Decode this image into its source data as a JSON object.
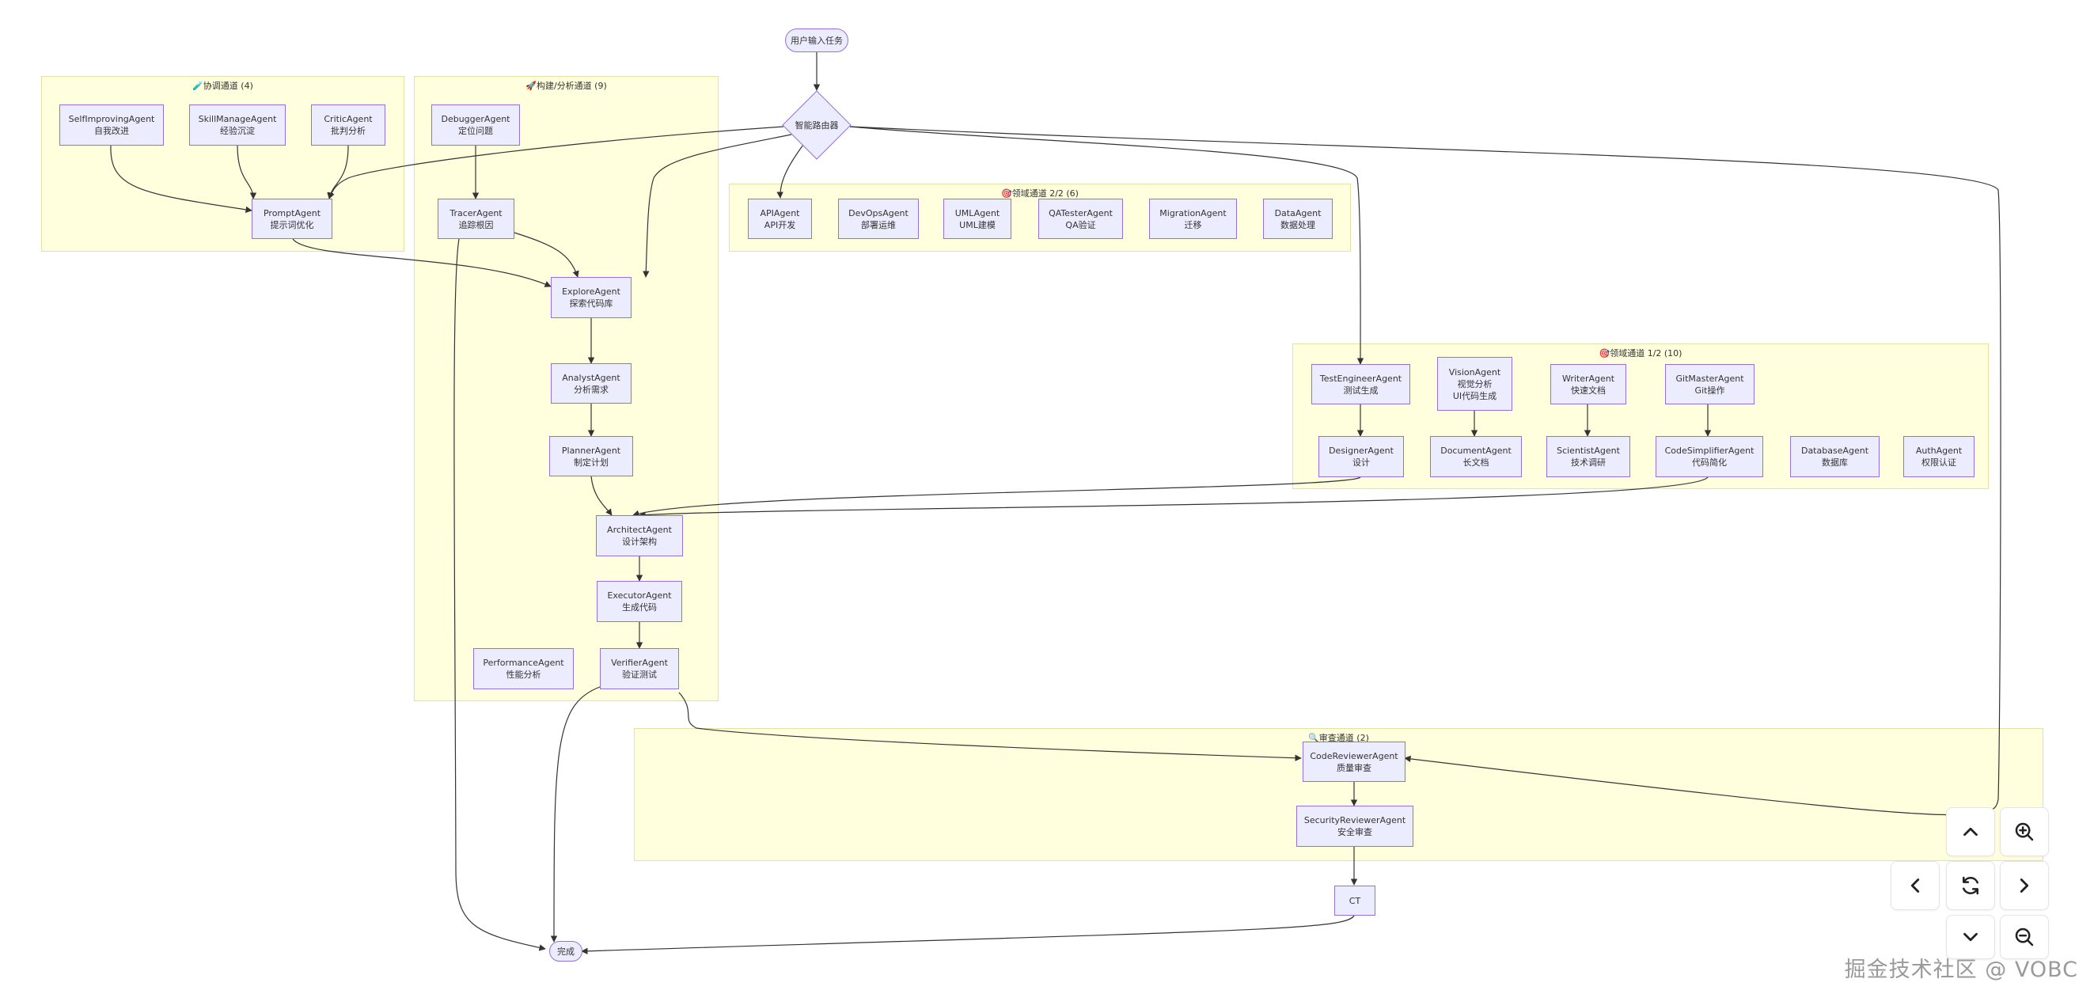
{
  "start": "用户输入任务",
  "router": "智能路由器",
  "end": "完成",
  "ct": "CT",
  "groups": {
    "coord": {
      "title": "🧪协调通道 (4)"
    },
    "build": {
      "title": "🚀构建/分析通道 (9)"
    },
    "domain2": {
      "title": "🎯领域通道 2/2 (6)"
    },
    "domain1": {
      "title": "🎯领域通道 1/2 (10)"
    },
    "review": {
      "title": "🔍审查通道 (2)"
    }
  },
  "nodes": {
    "selfimproving": [
      "SelfImprovingAgent",
      "自我改进"
    ],
    "skillmanage": [
      "SkillManageAgent",
      "经验沉淀"
    ],
    "critic": [
      "CriticAgent",
      "批判分析"
    ],
    "prompt": [
      "PromptAgent",
      "提示词优化"
    ],
    "debugger": [
      "DebuggerAgent",
      "定位问题"
    ],
    "tracer": [
      "TracerAgent",
      "追踪根因"
    ],
    "explore": [
      "ExploreAgent",
      "探索代码库"
    ],
    "analyst": [
      "AnalystAgent",
      "分析需求"
    ],
    "planner": [
      "PlannerAgent",
      "制定计划"
    ],
    "architect": [
      "ArchitectAgent",
      "设计架构"
    ],
    "executor": [
      "ExecutorAgent",
      "生成代码"
    ],
    "performance": [
      "PerformanceAgent",
      "性能分析"
    ],
    "verifier": [
      "VerifierAgent",
      "验证测试"
    ],
    "api": [
      "APIAgent",
      "API开发"
    ],
    "devops": [
      "DevOpsAgent",
      "部署运维"
    ],
    "uml": [
      "UMLAgent",
      "UML建模"
    ],
    "qatester": [
      "QATesterAgent",
      "QA验证"
    ],
    "migration": [
      "MigrationAgent",
      "迁移"
    ],
    "data": [
      "DataAgent",
      "数据处理"
    ],
    "testengineer": [
      "TestEngineerAgent",
      "测试生成"
    ],
    "vision": [
      "VisionAgent",
      "视觉分析",
      "UI代码生成"
    ],
    "writer": [
      "WriterAgent",
      "快速文档"
    ],
    "gitmaster": [
      "GitMasterAgent",
      "Git操作"
    ],
    "designer": [
      "DesignerAgent",
      "设计"
    ],
    "document": [
      "DocumentAgent",
      "长文档"
    ],
    "scientist": [
      "ScientistAgent",
      "技术调研"
    ],
    "codesimplifier": [
      "CodeSimplifierAgent",
      "代码简化"
    ],
    "database": [
      "DatabaseAgent",
      "数据库"
    ],
    "auth": [
      "AuthAgent",
      "权限认证"
    ],
    "codereviewer": [
      "CodeReviewerAgent",
      "质量审查"
    ],
    "securityreviewer": [
      "SecurityReviewerAgent",
      "安全审查"
    ]
  },
  "controls": {
    "up": "chevron-up-icon",
    "zoom_in": "zoom-in-icon",
    "left": "chevron-left-icon",
    "reset": "refresh-icon",
    "right": "chevron-right-icon",
    "down": "chevron-down-icon",
    "zoom_out": "zoom-out-icon"
  },
  "watermark": "掘金技术社区 @ VOBC",
  "colors": {
    "node_fill": "#ECECFF",
    "node_border": "#9370DB",
    "group_fill": "#ffffde",
    "group_border": "#e2e2a4",
    "edge": "#333333"
  }
}
